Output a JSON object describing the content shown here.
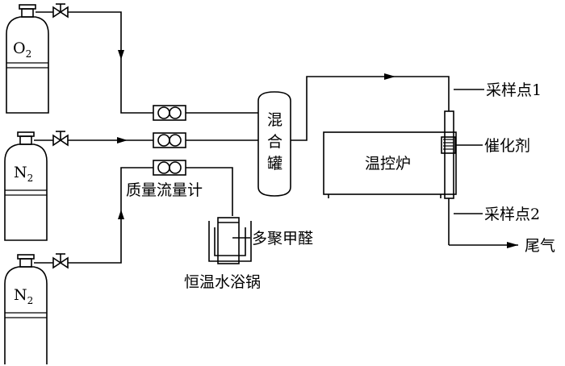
{
  "cylinders": [
    {
      "gas": "O",
      "sub": "2"
    },
    {
      "gas": "N",
      "sub": "2"
    },
    {
      "gas": "N",
      "sub": "2"
    }
  ],
  "labels": {
    "mixer_line1": "混",
    "mixer_line2": "合",
    "mixer_line3": "罐",
    "mass_flow_meter": "质量流量计",
    "water_bath": "恒温水浴锅",
    "paraformaldehyde": "多聚甲醛",
    "furnace": "温控炉",
    "catalyst": "催化剂",
    "sample_point_1": "采样点1",
    "sample_point_2": "采样点2",
    "tail_gas": "尾气"
  }
}
